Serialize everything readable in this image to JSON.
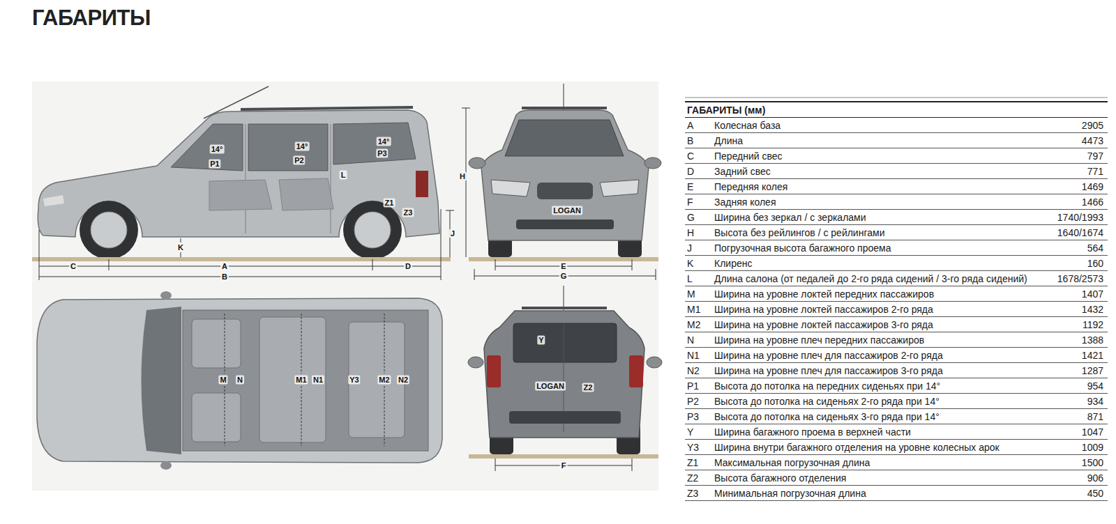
{
  "diagram": {
    "title": "ГАБАРИТЫ",
    "labels": [
      "14°",
      "P1",
      "14°",
      "P2",
      "14°",
      "P3",
      "L",
      "Z1",
      "Z3",
      "H",
      "J",
      "K",
      "C",
      "A",
      "D",
      "B",
      "LOGAN",
      "E",
      "G",
      "M",
      "N",
      "M1",
      "N1",
      "Y3",
      "M2",
      "N2",
      "Y",
      "LOGAN",
      "Z2",
      "F",
      "ГАБАРИТЫ (мм)",
      "A",
      "Колесная база",
      "2905",
      "B",
      "Длина",
      "4473",
      "C",
      "Передний свес",
      "797",
      "D",
      "Задний свес",
      "771",
      "E",
      "Передняя колея",
      "1469",
      "F",
      "Задняя колея",
      "1466",
      "G",
      "Ширина без зеркал / с зеркалами",
      "1740/1993",
      "H",
      "Высота без рейлингов / с рейлингами",
      "1640/1674",
      "J",
      "Погрузочная высота багажного проема",
      "564",
      "K",
      "Клиренс",
      "160",
      "L",
      "Длина салона (от педалей до 2-го ряда сидений / 3-го ряда сидений)",
      "1678/2573",
      "M",
      "Ширина на уровне локтей передних пассажиров",
      "1407",
      "M1",
      "Ширина на уровне локтей пассажиров 2-го ряда",
      "1432",
      "M2",
      "Ширина на уровне локтей пассажиров 3-го ряда",
      "1192",
      "N",
      "Ширина на уровне плеч передних пассажиров",
      "1388",
      "N1",
      "Ширина на уровне плеч для пассажиров 2-го ряда",
      "1421",
      "N2",
      "Ширина на уровне плеч для пассажиров 3-го ряда",
      "1287",
      "P1",
      "Высота до потолка на передних сиденьях при 14°",
      "954",
      "P2",
      "Высота до потолка на сиденьях 2-го ряда при 14°",
      "934",
      "P3",
      "Высота до потолка на сиденьях 3-го ряда при 14°",
      "871",
      "Y",
      "Ширина багажного проема в верхней части",
      "1047",
      "Y3",
      "Ширина внутри багажного отделения на уровне колесных арок",
      "1009",
      "Z1",
      "Максимальная погрузочная длина",
      "1500",
      "Z2",
      "Высота багажного отделения",
      "906",
      "Z3",
      "Минимальная погрузочная длина",
      "450"
    ]
  }
}
